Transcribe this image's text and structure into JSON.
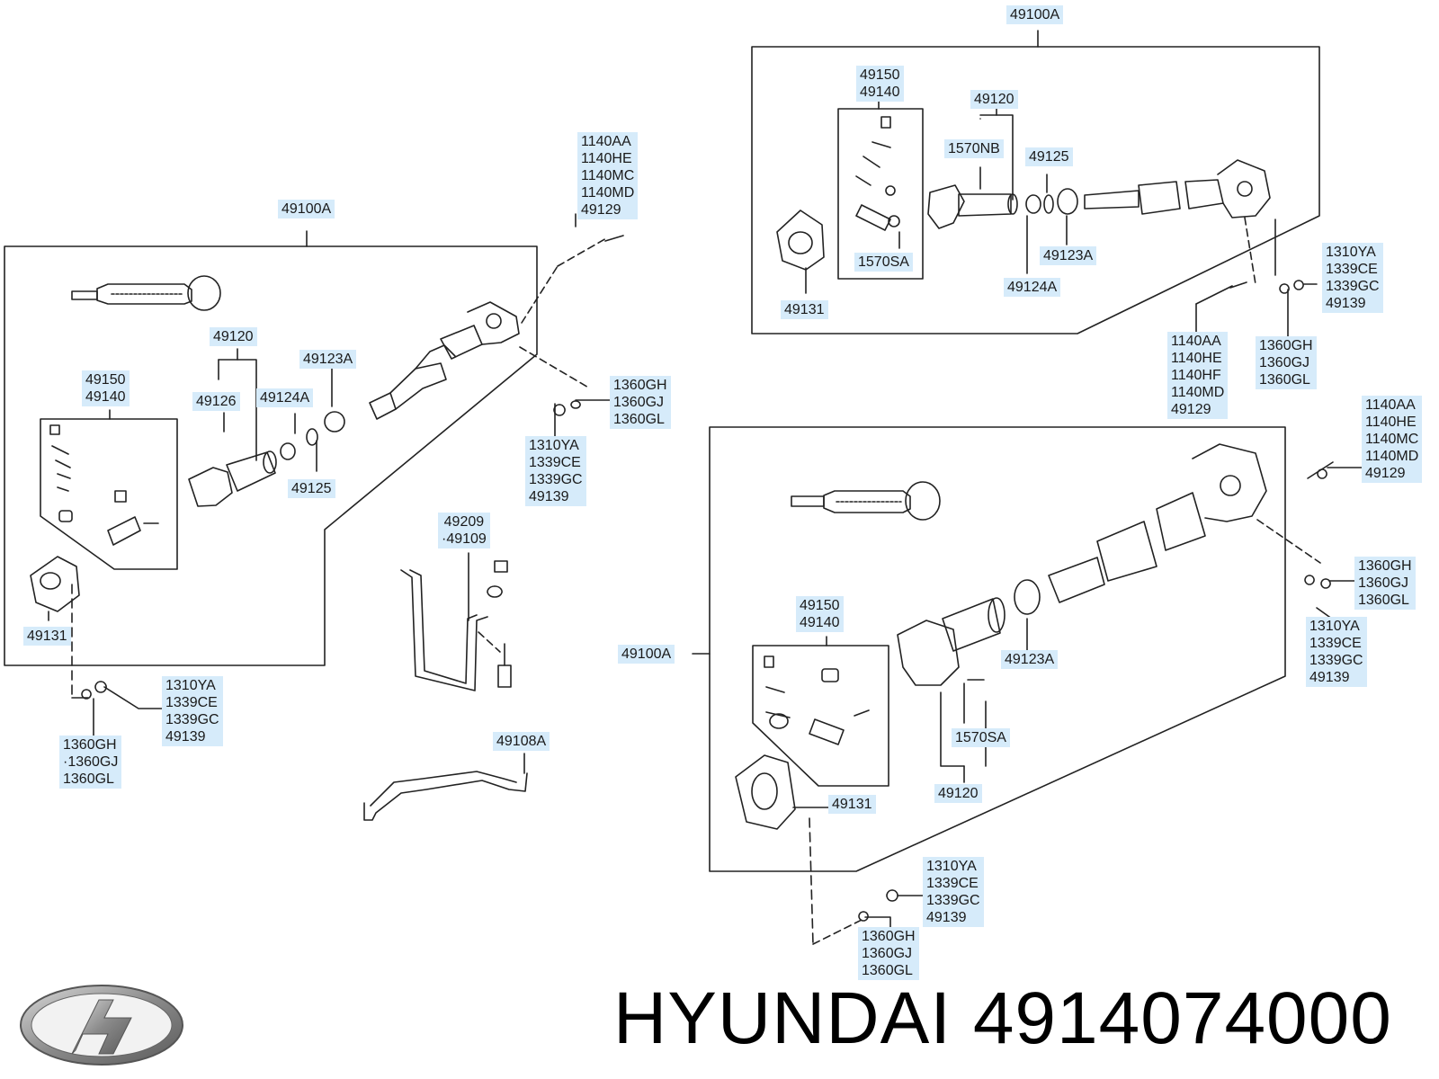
{
  "labels": {
    "tl_assy": "49100A",
    "tl_49120": "49120",
    "tl_49123a": "49123A",
    "tl_49126": "49126",
    "tl_49124a": "49124A",
    "tl_kit": "49150\n49140",
    "tl_49125": "49125",
    "tl_49131": "49131",
    "tl_bolt": "1140AA\n1140HE\n1140MC\n1140MD\n49129",
    "tl_washer": "1360GH\n1360GJ\n1360GL",
    "tl_nut": "1310YA\n1339CE\n1339GC\n49139",
    "bl_nut": "1310YA\n1339CE\n1339GC\n49139",
    "bl_washer": "1360GH\n·1360GJ\n1360GL",
    "mid_bracket": "49209\n·49109",
    "mid_49108a": "49108A",
    "tr_assy": "49100A",
    "tr_kit": "49150\n49140",
    "tr_49120": "49120",
    "tr_1570nb": "1570NB",
    "tr_49125": "49125",
    "tr_1570sa": "1570SA",
    "tr_49123a": "49123A",
    "tr_49131": "49131",
    "tr_49124a": "49124A",
    "tr_nut": "1310YA\n1339CE\n1339GC\n49139",
    "tr_bolt": "1140AA\n1140HE\n1140HF\n1140MD\n49129",
    "tr_washer": "1360GH\n1360GJ\n1360GL",
    "br_bolt": "1140AA\n1140HE\n1140MC\n1140MD\n49129",
    "br_washer": "1360GH\n1360GJ\n1360GL",
    "br_nut": "1310YA\n1339CE\n1339GC\n49139",
    "br_assy": "49100A",
    "br_kit": "49150\n49140",
    "br_49123a": "49123A",
    "br_1570sa": "1570SA",
    "br_49131": "49131",
    "br_49120": "49120",
    "br_nut2": "1310YA\n1339CE\n1339GC\n49139",
    "br_washer2": "1360GH\n1360GJ\n1360GL"
  },
  "brand": {
    "text": "HYUNDAI 4914074000",
    "logo": "hyundai-logo"
  },
  "colors": {
    "label_bg": "#d6ebfa",
    "line": "#222222"
  }
}
